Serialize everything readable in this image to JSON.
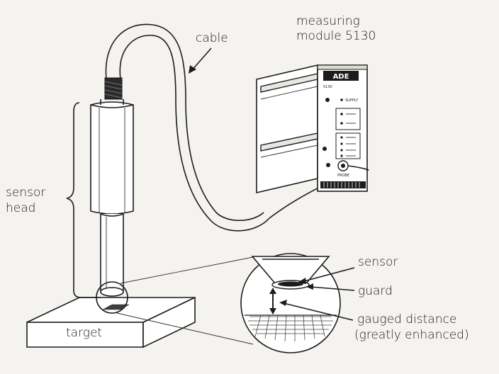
{
  "labels": {
    "cable": "cable",
    "measuring_module_line1": "measuring",
    "measuring_module_line2": "module 5130",
    "sensor_head_line1": "sensor",
    "sensor_head_line2": "head",
    "sensor": "sensor",
    "guard": "guard",
    "gauged_distance_line1": "gauged distance",
    "gauged_distance_line2": "(greatly enhanced)",
    "target": "target"
  },
  "module_panel": {
    "brand": "ADE",
    "model": "5130",
    "supply": "SUPPLY",
    "probe": "PROBE"
  },
  "colors": {
    "line": "#1c1c1c",
    "background": "#f4f3ef"
  }
}
